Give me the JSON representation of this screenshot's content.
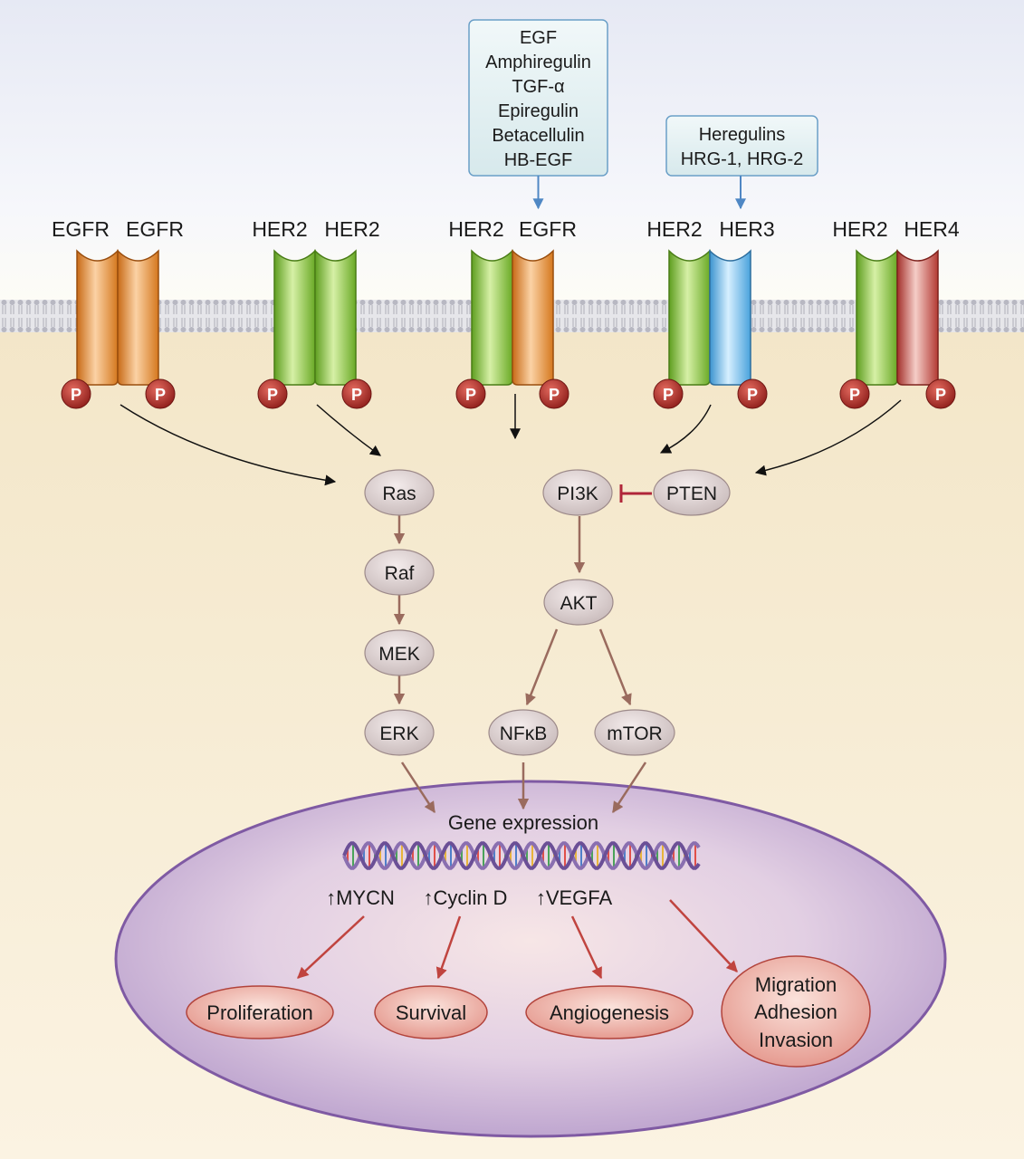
{
  "ligands": {
    "egf_family": [
      "EGF",
      "Amphiregulin",
      "TGF-α",
      "Epiregulin",
      "Betacellulin",
      "HB-EGF"
    ],
    "heregulins": [
      "Heregulins",
      "HRG-1, HRG-2"
    ]
  },
  "receptor_dimers": [
    {
      "left": "EGFR",
      "right": "EGFR"
    },
    {
      "left": "HER2",
      "right": "HER2"
    },
    {
      "left": "HER2",
      "right": "EGFR"
    },
    {
      "left": "HER2",
      "right": "HER3"
    },
    {
      "left": "HER2",
      "right": "HER4"
    }
  ],
  "phospho_label": "P",
  "nodes": {
    "ras": "Ras",
    "raf": "Raf",
    "mek": "MEK",
    "erk": "ERK",
    "pi3k": "PI3K",
    "pten": "PTEN",
    "akt": "AKT",
    "nfkb": "NFκB",
    "mtor": "mTOR"
  },
  "nucleus": {
    "title": "Gene expression",
    "genes": [
      "↑MYCN",
      "↑Cyclin D",
      "↑VEGFA"
    ],
    "outcomes": {
      "proliferation": "Proliferation",
      "survival": "Survival",
      "angiogenesis": "Angiogenesis",
      "migration": [
        "Migration",
        "Adhesion",
        "Invasion"
      ]
    }
  },
  "colors": {
    "egfr": "#e8913a",
    "her2": "#8cc63f",
    "her3": "#5fb6e8",
    "her4": "#c1453f",
    "phospho": "#b5302e",
    "node_fill": "#d9cfcf",
    "pathway_arrow": "#9a6b5e",
    "inhibition": "#b0263a",
    "outcome_arrow": "#c0443f",
    "nucleus": "#c9b3da",
    "ligand_box": "#e3f0f2"
  }
}
